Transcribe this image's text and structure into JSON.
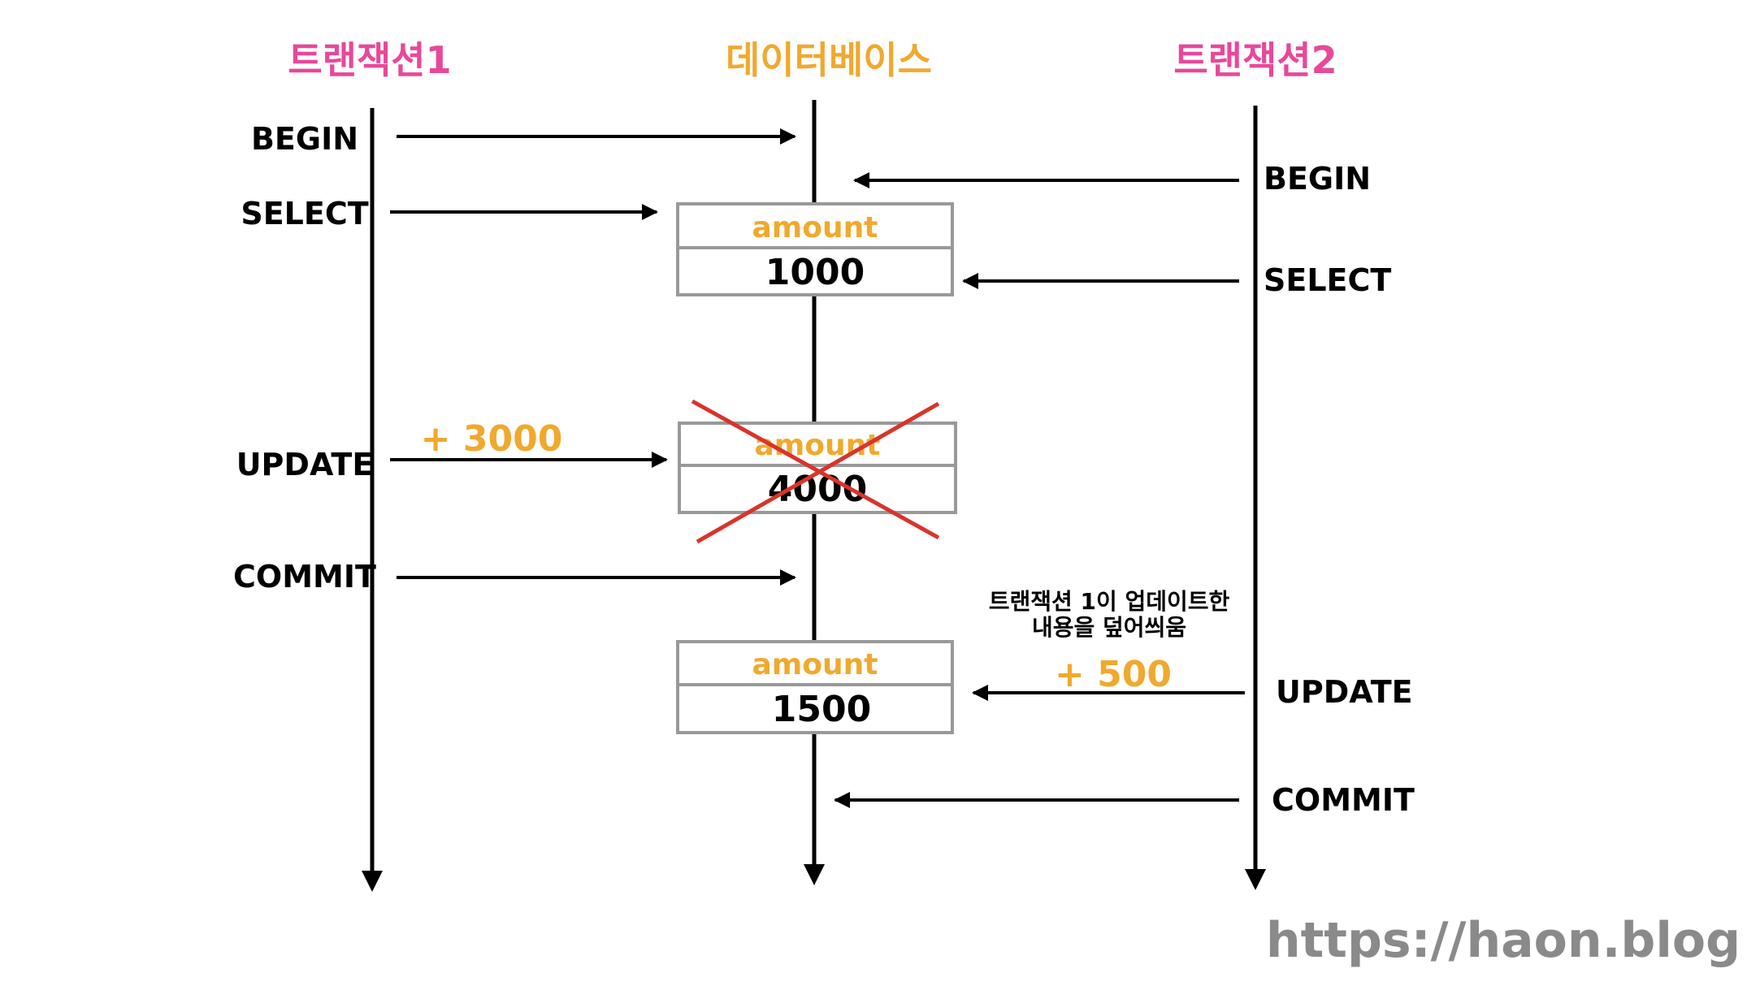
{
  "colors": {
    "header_pink": "#e8489a",
    "header_orange": "#f0a92e",
    "field_orange": "#f0a92e",
    "line": "#000000",
    "box_border": "#999999",
    "cross_red": "#d9342b",
    "watermark": "#8a8a8a"
  },
  "headers": {
    "transaction1": "트랜잭션1",
    "database": "데이터베이스",
    "transaction2": "트랜잭션2"
  },
  "transaction1_ops": {
    "begin": "BEGIN",
    "select": "SELECT",
    "update": "UPDATE",
    "commit": "COMMIT"
  },
  "transaction2_ops": {
    "begin": "BEGIN",
    "select": "SELECT",
    "update": "UPDATE",
    "commit": "COMMIT"
  },
  "records": [
    {
      "field": "amount",
      "value": "1000",
      "crossed_out": false
    },
    {
      "field": "amount",
      "value": "4000",
      "crossed_out": true
    },
    {
      "field": "amount",
      "value": "1500",
      "crossed_out": false
    }
  ],
  "deltas": {
    "transaction1_update": "+ 3000",
    "transaction2_update": "+ 500"
  },
  "note": {
    "line1": "트랜잭션 1이 업데이트한",
    "line2": "내용을 덮어씌움"
  },
  "icons": {
    "cross_mark": "cross-out-icon",
    "arrowhead": "arrowhead-icon"
  },
  "watermark": "https://haon.blog"
}
